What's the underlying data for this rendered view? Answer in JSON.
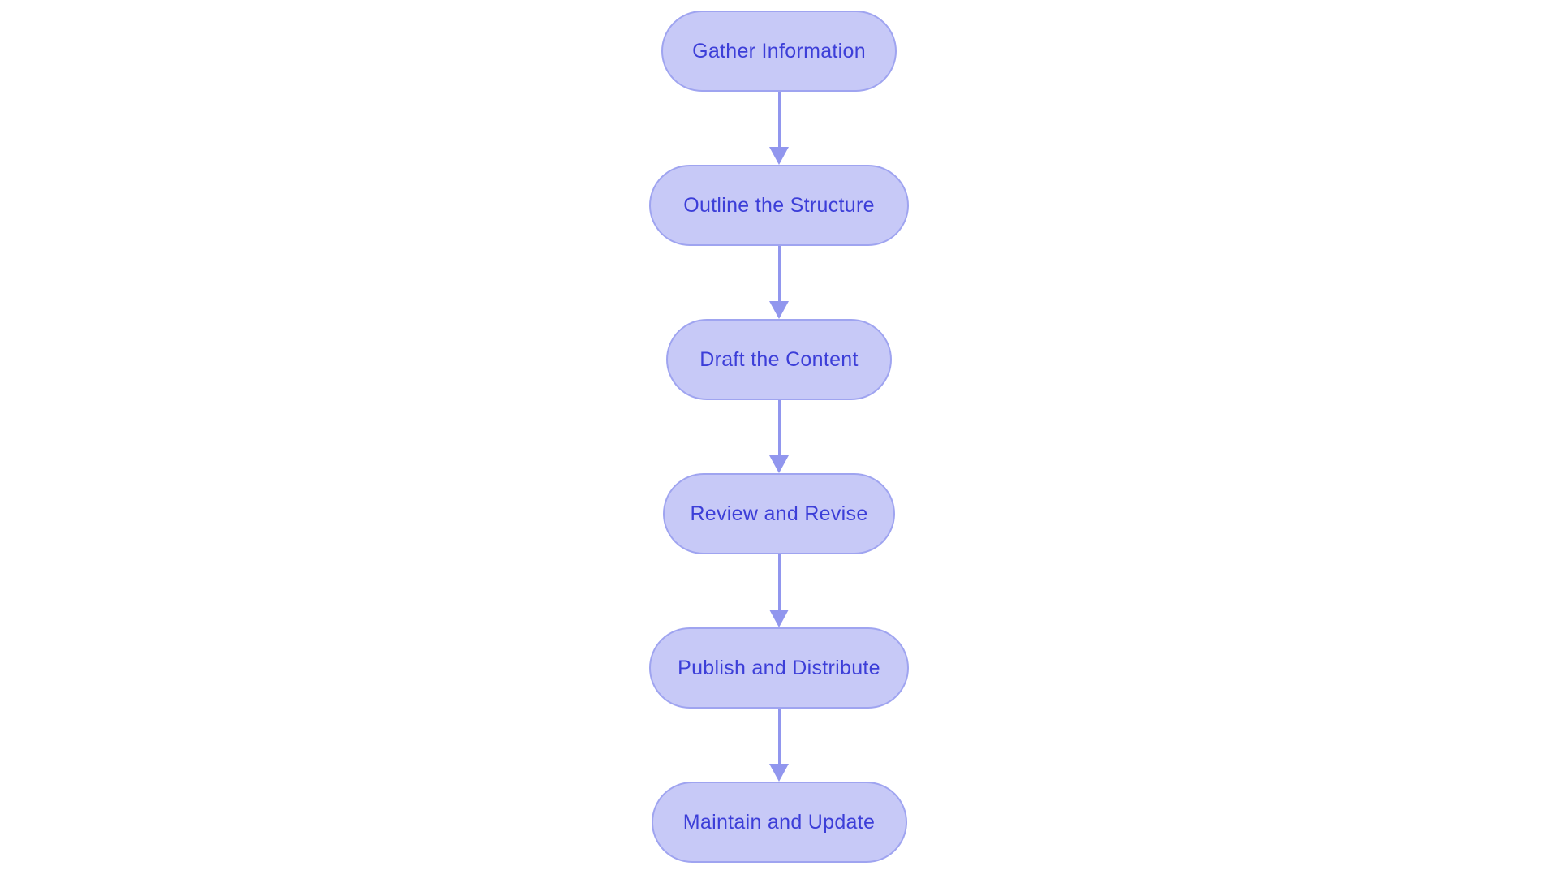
{
  "diagram": {
    "type": "flowchart",
    "direction": "top-down",
    "steps": [
      {
        "label": "Gather Information"
      },
      {
        "label": "Outline the Structure"
      },
      {
        "label": "Draft the Content"
      },
      {
        "label": "Review and Revise"
      },
      {
        "label": "Publish and Distribute"
      },
      {
        "label": "Maintain and Update"
      }
    ],
    "connections": [
      {
        "from": "Gather Information",
        "to": "Outline the Structure"
      },
      {
        "from": "Outline the Structure",
        "to": "Draft the Content"
      },
      {
        "from": "Draft the Content",
        "to": "Review and Revise"
      },
      {
        "from": "Review and Revise",
        "to": "Publish and Distribute"
      },
      {
        "from": "Publish and Distribute",
        "to": "Maintain and Update"
      }
    ],
    "colors": {
      "background": "#ffffff",
      "node_fill": "#c7c9f7",
      "node_border": "#9fa4f0",
      "node_text": "#3c3ed8",
      "arrow": "#9196ee"
    }
  }
}
